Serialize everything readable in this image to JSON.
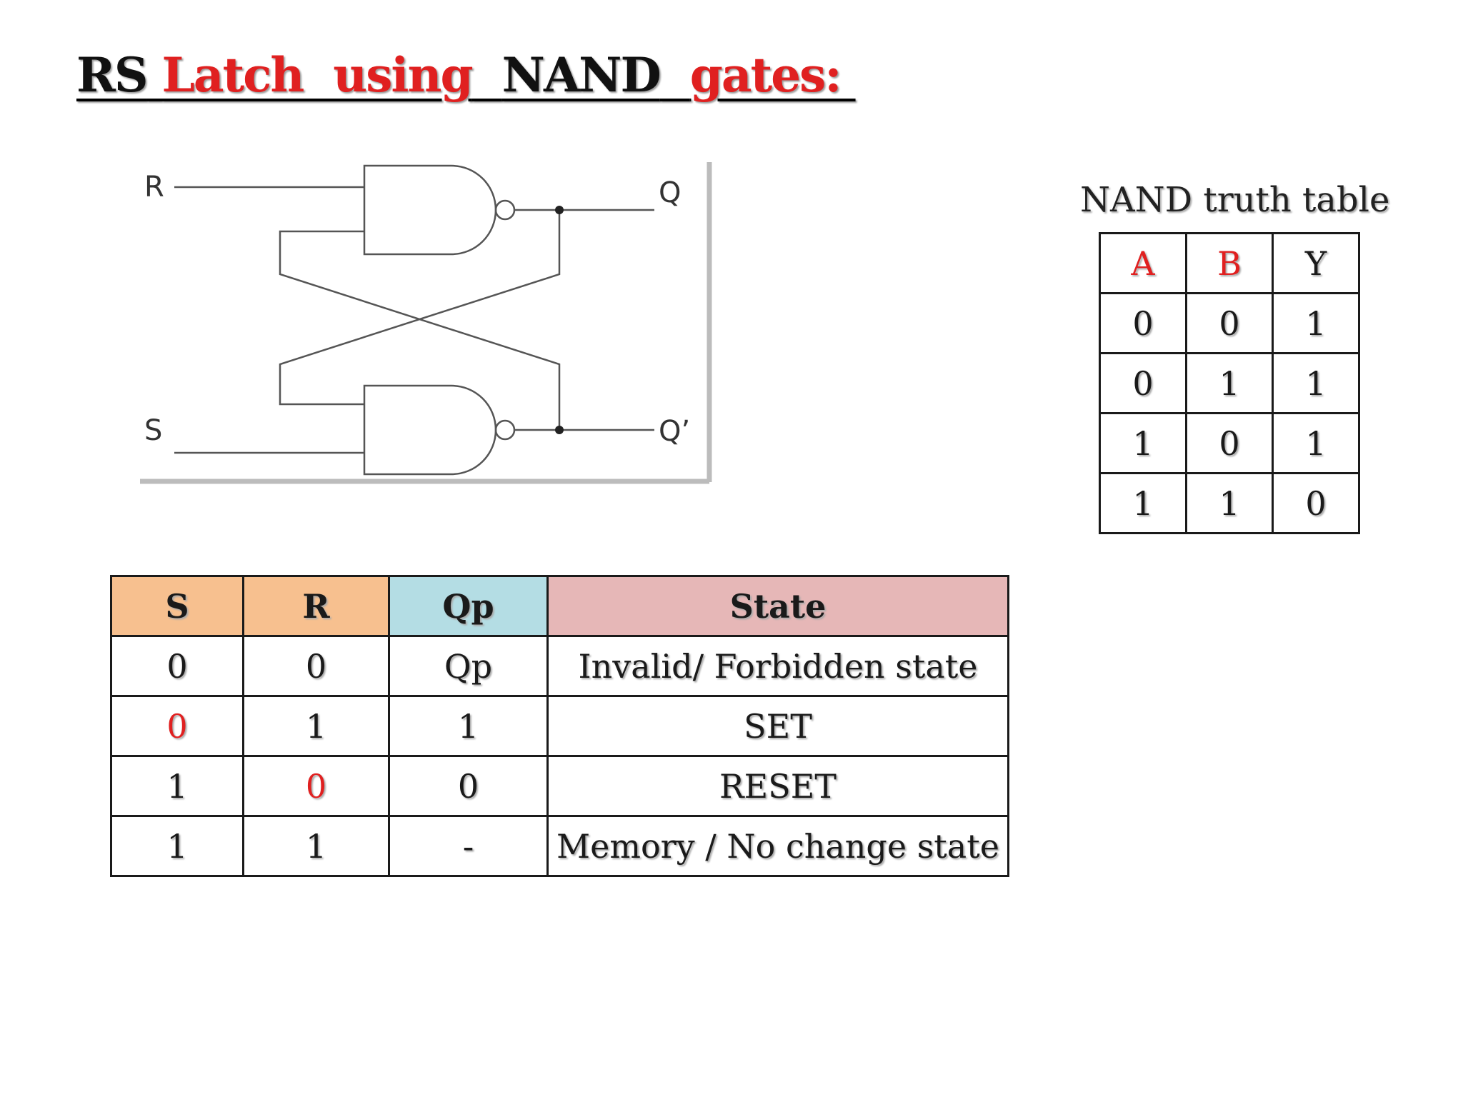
{
  "title": {
    "part1": "RS",
    "part2": "Latch  using",
    "part3": "NAND",
    "part4": "gates: "
  },
  "circuit": {
    "labels": {
      "r": "R",
      "s": "S",
      "q": "Q",
      "q_bar": "Q’"
    }
  },
  "nand_truth_table": {
    "caption": "NAND truth table",
    "headers": [
      "A",
      "B",
      "Y"
    ],
    "rows": [
      [
        "0",
        "0",
        "1"
      ],
      [
        "0",
        "1",
        "1"
      ],
      [
        "1",
        "0",
        "1"
      ],
      [
        "1",
        "1",
        "0"
      ]
    ]
  },
  "rs_table": {
    "headers": [
      "S",
      "R",
      "Qp",
      "State"
    ],
    "rows": [
      [
        "0",
        "0",
        "Qp",
        "Invalid/ Forbidden state"
      ],
      [
        "0",
        "1",
        "1",
        "SET"
      ],
      [
        "1",
        "0",
        "0",
        "RESET"
      ],
      [
        "1",
        "1",
        "-",
        "Memory / No change state"
      ]
    ]
  },
  "colors": {
    "title_red": "#e02020",
    "header_orange": "#f7c08f",
    "header_blue": "#b4dde4",
    "header_pink": "#e6b7b7",
    "highlight_red": "#e02020"
  }
}
